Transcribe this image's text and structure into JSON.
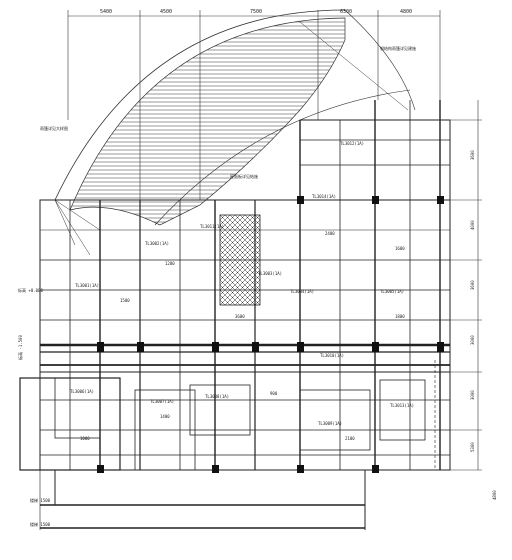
{
  "drawing": {
    "top_dimensions": [
      "5400",
      "4500",
      "7500",
      "6300",
      "4800"
    ],
    "right_dimensions": [
      "3600",
      "4000",
      "3600",
      "3000",
      "3000",
      "5300",
      "4800"
    ],
    "left_level_labels": [
      "标高 +0.000",
      "标高 -1.500"
    ],
    "bottom_labels": [
      "楼梯 1500",
      "楼梯 1500"
    ],
    "members": [
      {
        "text": "TL3001(1A)",
        "x": 0.0
      },
      {
        "text": "TL3002(1A)"
      },
      {
        "text": "TL3003(1A)"
      },
      {
        "text": "TL3004(1A)"
      },
      {
        "text": "TL3005(1A)"
      },
      {
        "text": "TL3006(1A)"
      },
      {
        "text": "TL3007(1A)"
      },
      {
        "text": "TL3008(1A)"
      },
      {
        "text": "TL3009(1A)"
      },
      {
        "text": "TL3010(1A)"
      },
      {
        "text": "TL3011(1A)"
      },
      {
        "text": "TL3012(1A)"
      },
      {
        "text": "TL3013(1A)"
      },
      {
        "text": "TL3014(1A)"
      }
    ],
    "notes": [
      "钢结构雨篷详见建施",
      "雨篷详见大样图",
      "屋面板详见结施"
    ],
    "small_dims": [
      "1500",
      "1200",
      "3600",
      "2400",
      "1800",
      "1400",
      "900",
      "2100",
      "1000",
      "1600"
    ]
  }
}
